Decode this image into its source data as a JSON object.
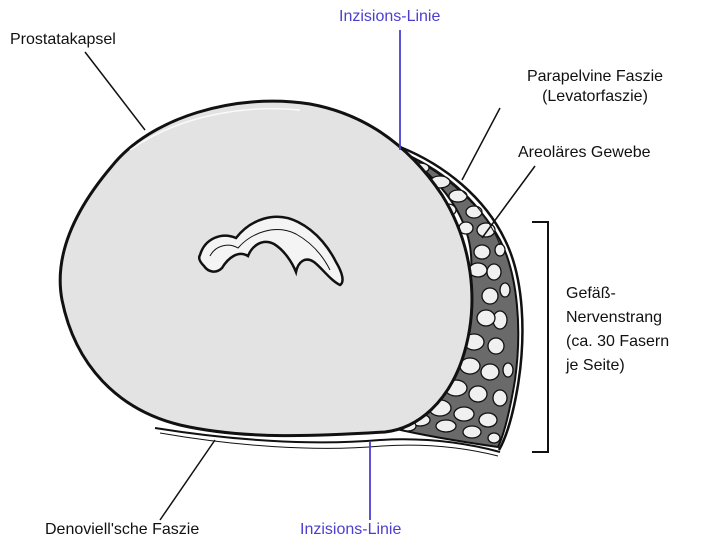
{
  "labels": {
    "prostatakapsel": "Prostatakapsel",
    "inzision_top": "Inzisions-Linie",
    "parapelvine_1": "Parapelvine Faszie",
    "parapelvine_2": "(Levatorfaszie)",
    "areolaer": "Areoläres Gewebe",
    "gefaess": [
      "Gefäß-",
      "Nervenstrang",
      "(ca. 30 Fasern",
      "je Seite)"
    ],
    "denoviell": "Denoviell'sche Faszie",
    "inzision_bottom": "Inzisions-Linie"
  },
  "colors": {
    "line": "#111111",
    "incision": "#4a3fd0",
    "prostate_fill": "#e3e3e3",
    "bundle_fill": "#5a5a5a"
  }
}
